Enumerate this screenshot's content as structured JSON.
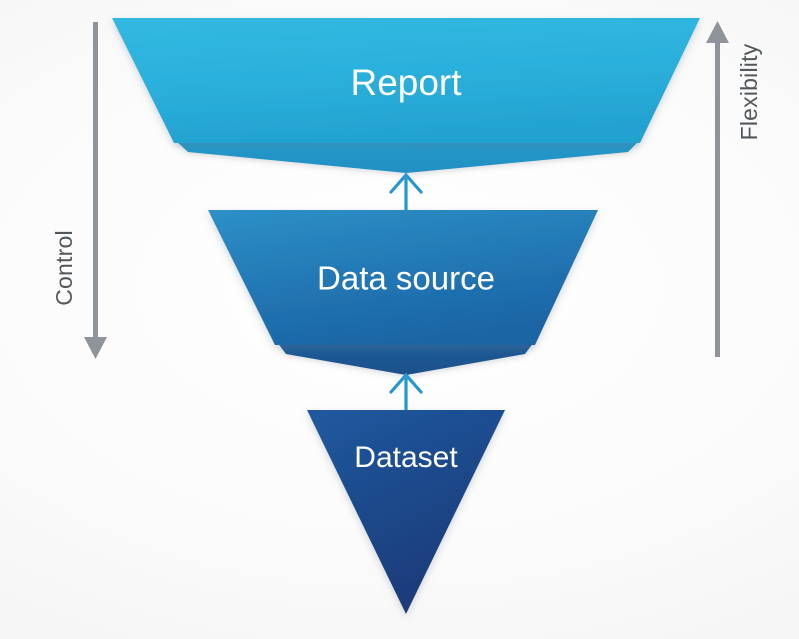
{
  "diagram": {
    "title": "Inverted funnel: Report, Data source, Dataset",
    "background_color": "#f5f5f5",
    "stages": [
      {
        "id": "report",
        "label": "Report",
        "level": 1,
        "shape": "trapezoid",
        "fill_top": "#2fb5de",
        "fill_bottom": "#28a7d4",
        "fold_color": "#2293c6",
        "label_font_size": 37
      },
      {
        "id": "data-source",
        "label": "Data source",
        "level": 2,
        "shape": "trapezoid",
        "fill_top": "#2a88bf",
        "fill_bottom": "#1c6aaa",
        "fold_color": "#1d5792",
        "label_font_size": 33
      },
      {
        "id": "dataset",
        "label": "Dataset",
        "level": 3,
        "shape": "triangle",
        "fill_top": "#1f5296",
        "fill_bottom": "#1d3c7b",
        "fold_color": "#1d3c7b",
        "label_font_size": 30
      }
    ],
    "connectors": [
      {
        "id": "dataset-to-data-source",
        "from": "dataset",
        "to": "data-source",
        "direction": "up",
        "color": "#2596ce"
      },
      {
        "id": "data-source-to-report",
        "from": "data-source",
        "to": "report",
        "direction": "up",
        "color": "#2596ce"
      }
    ],
    "axes": [
      {
        "id": "control-axis",
        "label": "Control",
        "side": "left",
        "direction": "down",
        "color": "#8e9499"
      },
      {
        "id": "flexibility-axis",
        "label": "Flexibility",
        "side": "right",
        "direction": "up",
        "color": "#8e9499"
      }
    ]
  }
}
